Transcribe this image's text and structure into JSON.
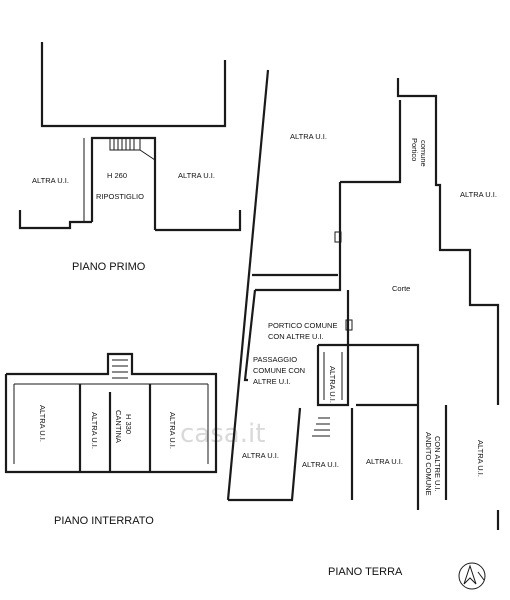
{
  "floors": {
    "primo": {
      "title": "PIANO PRIMO",
      "altra_left": "ALTRA U.I.",
      "altra_right": "ALTRA U.I.",
      "height": "H 260",
      "room": "RIPOSTIGLIO"
    },
    "interrato": {
      "title": "PIANO INTERRATO",
      "altra_1": "ALTRA U.I.",
      "altra_2": "ALTRA U.I.",
      "cantina": "CANTINA",
      "cantina_h": "H 330",
      "altra_3": "ALTRA U.I."
    },
    "terra": {
      "title": "PIANO TERRA",
      "altra_top": "ALTRA U.I.",
      "portico_1": "Portico",
      "portico_2": "comune",
      "altra_right_top": "ALTRA U.I.",
      "corte": "Corte",
      "portico_comune_1": "PORTICO COMUNE",
      "portico_comune_2": "CON ALTRE U.I.",
      "passaggio_1": "PASSAGGIO",
      "passaggio_2": "COMUNE CON",
      "passaggio_3": "ALTRE U.I.",
      "altra_small": "ALTRA U.I.",
      "altra_bl": "ALTRA U.I.",
      "altra_bm": "ALTRA U.I.",
      "altra_bc": "ALTRA U.I.",
      "andito_1": "ANDITO COMUNE",
      "andito_2": "CON ALTRE U.I.",
      "altra_far_right": "ALTRA U.I."
    }
  },
  "watermark": "casa.it"
}
